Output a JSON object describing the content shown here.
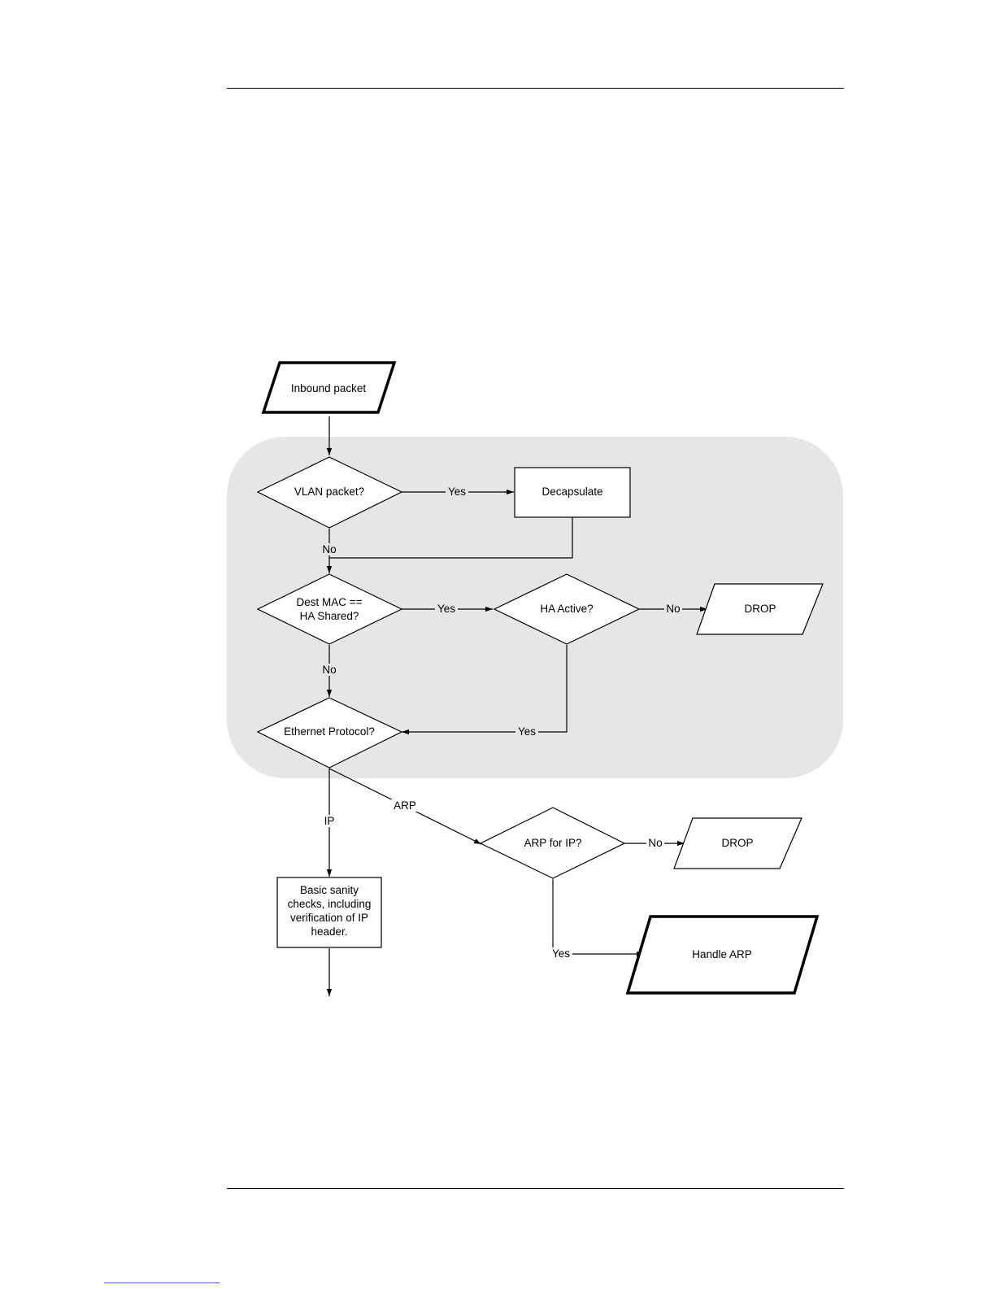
{
  "nodes": {
    "inbound": "Inbound packet",
    "vlan": "VLAN packet?",
    "decap": "Decapsulate",
    "destmac": [
      "Dest MAC ==",
      "HA Shared?"
    ],
    "haactive": "HA Active?",
    "drop1": "DROP",
    "ethproto": "Ethernet Protocol?",
    "arpforip": "ARP for IP?",
    "drop2": "DROP",
    "sanity": [
      "Basic sanity",
      "checks, including",
      "verification of IP",
      "header."
    ],
    "handlearp": "Handle ARP"
  },
  "edges": {
    "vlan_yes": "Yes",
    "vlan_no": "No",
    "destmac_yes": "Yes",
    "destmac_no": "No",
    "haactive_no": "No",
    "haactive_yes": "Yes",
    "eth_ip": "IP",
    "eth_arp": "ARP",
    "arp_no": "No",
    "arp_yes": "Yes"
  }
}
